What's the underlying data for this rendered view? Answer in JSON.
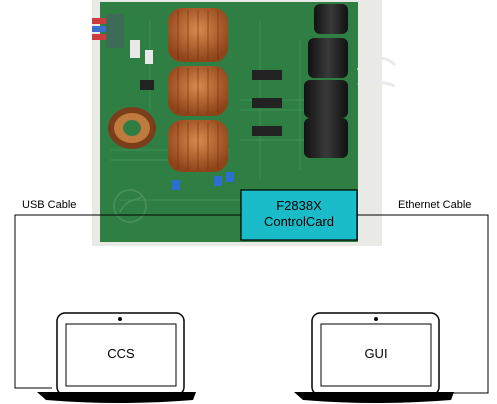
{
  "labels": {
    "usb_cable": "USB Cable",
    "ethernet_cable": "Ethernet Cable",
    "control_card_line1": "F2838X",
    "control_card_line2": "ControlCard",
    "left_laptop_screen": "CCS",
    "right_laptop_screen": "GUI"
  },
  "colors": {
    "control_card_fill": "#1bbcc9",
    "pcb_green": "#2f7f45",
    "copper": "#b9602d",
    "capacitor": "#1d1d1d"
  },
  "icons": {
    "board": "power-electronics-board-photo",
    "laptop": "laptop-icon"
  }
}
